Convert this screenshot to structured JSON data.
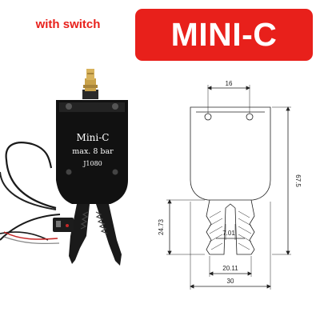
{
  "header": {
    "variant_label": "with switch",
    "model_title": "MINI-C"
  },
  "product": {
    "engraving": {
      "model": "Mini-C",
      "pressure": "max. 8 bar",
      "code": "J1080"
    },
    "body_color": "#111111",
    "fitting_color": "#c9a24a"
  },
  "drawing": {
    "dimensions": {
      "hole_spacing": "16",
      "total_height": "67.5",
      "jaw_length": "24.73",
      "tooth_gap": "7.01",
      "jaw_opening": "20.11",
      "base_width": "30"
    }
  },
  "colors": {
    "accent": "#e8201b",
    "banner_text": "#ffffff",
    "line": "#222222"
  }
}
